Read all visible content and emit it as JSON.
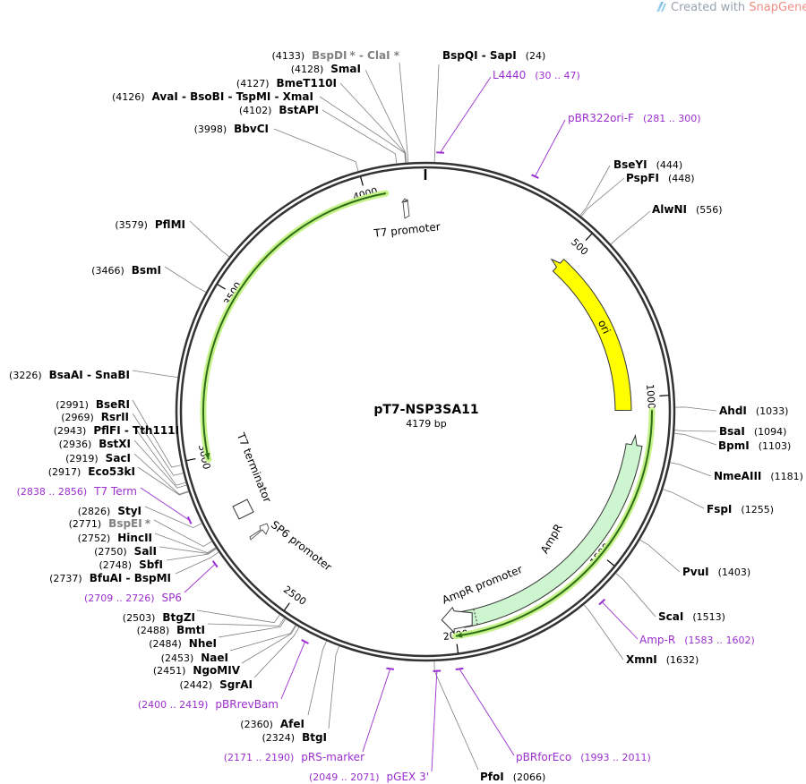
{
  "watermark": {
    "prefix": "Created with ",
    "brand": "SnapGene",
    "reg": "®"
  },
  "plasmid": {
    "name": "pT7-NSP3SA11",
    "size": 4179,
    "size_label": "4179 bp"
  },
  "colors": {
    "primer": "#9b2fcf",
    "ori_fill": "#ffff00",
    "ampr_fill": "#cdf5d0",
    "orf_line": "#2b6e17",
    "orf_glow": "#c7f28a",
    "backbone": "#333333",
    "starred_site": "#808080"
  },
  "ticks": [
    {
      "bp": 500,
      "label": "500"
    },
    {
      "bp": 1000,
      "label": "1000"
    },
    {
      "bp": 1500,
      "label": "1500"
    },
    {
      "bp": 2000,
      "label": "2000"
    },
    {
      "bp": 2500,
      "label": "2500"
    },
    {
      "bp": 3000,
      "label": "3000"
    },
    {
      "bp": 3500,
      "label": "3500"
    },
    {
      "bp": 4000,
      "label": "4000"
    }
  ],
  "features": [
    {
      "name": "ori",
      "label": "ori",
      "start": 460,
      "end": 1040,
      "type": "arrow",
      "direction": "ccw",
      "fill": "#ffff00"
    },
    {
      "name": "ampr",
      "label": "AmpR",
      "start": 1120,
      "end": 1970,
      "type": "arrow",
      "direction": "ccw",
      "fill": "#cdf5d0"
    },
    {
      "name": "ampr-promoter",
      "label": "AmpR promoter",
      "start": 1970,
      "end": 2075,
      "type": "arrow",
      "direction": "ccw",
      "fill": "#ffffff"
    },
    {
      "name": "t7-promoter",
      "label": "T7 promoter",
      "start": 4170,
      "end": 4179,
      "type": "small-arrow",
      "direction": "cw",
      "fill": "#ffffff"
    },
    {
      "name": "t7-terminator",
      "label": "T7 terminator",
      "start": 2870,
      "end": 2915,
      "type": "box",
      "fill": "#ffffff"
    },
    {
      "name": "sp6-promoter",
      "label": "SP6 promoter",
      "start": 2712,
      "end": 2730,
      "type": "small-arrow",
      "direction": "ccw",
      "fill": "#ffffff"
    }
  ],
  "orfs": [
    {
      "name": "orf-upper",
      "start": 2990,
      "end": 4060
    },
    {
      "name": "orf-lower",
      "start": 1040,
      "end": 2000
    }
  ],
  "sites": [
    {
      "name": "BspQI",
      "extra": " - SapI",
      "pos": "(24)",
      "bp": 24,
      "side": "right",
      "star": false
    },
    {
      "name": "BseYI",
      "pos": "(444)",
      "bp": 444,
      "side": "right",
      "star": false
    },
    {
      "name": "PspFI",
      "pos": "(448)",
      "bp": 448,
      "side": "right",
      "star": false
    },
    {
      "name": "AlwNI",
      "pos": "(556)",
      "bp": 556,
      "side": "right",
      "star": false
    },
    {
      "name": "AhdI",
      "pos": "(1033)",
      "bp": 1033,
      "side": "right",
      "star": false
    },
    {
      "name": "BsaI",
      "pos": "(1094)",
      "bp": 1094,
      "side": "right",
      "star": false
    },
    {
      "name": "BpmI",
      "pos": "(1103)",
      "bp": 1103,
      "side": "right",
      "star": false
    },
    {
      "name": "NmeAIII",
      "pos": "(1181)",
      "bp": 1181,
      "side": "right",
      "star": false
    },
    {
      "name": "FspI",
      "pos": "(1255)",
      "bp": 1255,
      "side": "right",
      "star": false
    },
    {
      "name": "PvuI",
      "pos": "(1403)",
      "bp": 1403,
      "side": "right",
      "star": false
    },
    {
      "name": "ScaI",
      "pos": "(1513)",
      "bp": 1513,
      "side": "right",
      "star": false
    },
    {
      "name": "XmnI",
      "pos": "(1632)",
      "bp": 1632,
      "side": "right",
      "star": false
    },
    {
      "name": "PfoI",
      "pos": "(2066)",
      "bp": 2066,
      "side": "right",
      "star": false
    },
    {
      "name": "BtgI",
      "pos": "(2324)",
      "bp": 2324,
      "side": "left",
      "star": false
    },
    {
      "name": "AfeI",
      "pos": "(2360)",
      "bp": 2360,
      "side": "left",
      "star": false
    },
    {
      "name": "SgrAI",
      "pos": "(2442)",
      "bp": 2442,
      "side": "left",
      "star": false
    },
    {
      "name": "NgoMIV",
      "pos": "(2451)",
      "bp": 2451,
      "side": "left",
      "star": false
    },
    {
      "name": "NaeI",
      "pos": "(2453)",
      "bp": 2453,
      "side": "left",
      "star": false
    },
    {
      "name": "NheI",
      "pos": "(2484)",
      "bp": 2484,
      "side": "left",
      "star": false
    },
    {
      "name": "BmtI",
      "pos": "(2488)",
      "bp": 2488,
      "side": "left",
      "star": false
    },
    {
      "name": "BtgZI",
      "pos": "(2503)",
      "bp": 2503,
      "side": "left",
      "star": false
    },
    {
      "name": "BfuAI",
      "extra": " - BspMI",
      "pos": "(2737)",
      "bp": 2737,
      "side": "left",
      "star": false
    },
    {
      "name": "SbfI",
      "pos": "(2748)",
      "bp": 2748,
      "side": "left",
      "star": false
    },
    {
      "name": "SalI",
      "pos": "(2750)",
      "bp": 2750,
      "side": "left",
      "star": false
    },
    {
      "name": "HincII",
      "pos": "(2752)",
      "bp": 2752,
      "side": "left",
      "star": false
    },
    {
      "name": "BspEI",
      "starmark": "*",
      "pos": "(2771)",
      "bp": 2771,
      "side": "left",
      "star": true
    },
    {
      "name": "StyI",
      "pos": "(2826)",
      "bp": 2826,
      "side": "left",
      "star": false
    },
    {
      "name": "Eco53kI",
      "pos": "(2917)",
      "bp": 2917,
      "side": "left",
      "star": false
    },
    {
      "name": "SacI",
      "pos": "(2919)",
      "bp": 2919,
      "side": "left",
      "star": false
    },
    {
      "name": "BstXI",
      "pos": "(2936)",
      "bp": 2936,
      "side": "left",
      "star": false
    },
    {
      "name": "PflFI",
      "extra": " - Tth111I",
      "pos": "(2943)",
      "bp": 2943,
      "side": "left",
      "star": false
    },
    {
      "name": "RsrII",
      "pos": "(2969)",
      "bp": 2969,
      "side": "left",
      "star": false
    },
    {
      "name": "BseRI",
      "pos": "(2991)",
      "bp": 2991,
      "side": "left",
      "star": false
    },
    {
      "name": "BsaAI",
      "extra": " - SnaBI",
      "pos": "(3226)",
      "bp": 3226,
      "side": "left",
      "star": false
    },
    {
      "name": "BsmI",
      "pos": "(3466)",
      "bp": 3466,
      "side": "left",
      "star": false
    },
    {
      "name": "PflMI",
      "pos": "(3579)",
      "bp": 3579,
      "side": "left",
      "star": false
    },
    {
      "name": "BbvCI",
      "pos": "(3998)",
      "bp": 3998,
      "side": "left",
      "star": false
    },
    {
      "name": "BstAPI",
      "pos": "(4102)",
      "bp": 4102,
      "side": "left",
      "star": false
    },
    {
      "name": "AvaI",
      "extra": " - BsoBI - TspMI - XmaI",
      "pos": "(4126)",
      "bp": 4126,
      "side": "left",
      "star": false
    },
    {
      "name": "BmeT110I",
      "pos": "(4127)",
      "bp": 4127,
      "side": "left",
      "star": false
    },
    {
      "name": "SmaI",
      "pos": "(4128)",
      "bp": 4128,
      "side": "left",
      "star": false
    },
    {
      "name": "BspDI",
      "starmark": "*",
      "extra": " - ClaI *",
      "pos": "(4133)",
      "bp": 4133,
      "side": "left",
      "star": true
    }
  ],
  "primers": [
    {
      "name": "L4440",
      "range": "(30 .. 47)",
      "bp": 38,
      "side": "right"
    },
    {
      "name": "pBR322ori-F",
      "range": "(281 .. 300)",
      "bp": 290,
      "side": "right"
    },
    {
      "name": "Amp-R",
      "range": "(1583 .. 1602)",
      "bp": 1592,
      "side": "right"
    },
    {
      "name": "pBRforEco",
      "range": "(1993 .. 2011)",
      "bp": 2002,
      "side": "right"
    },
    {
      "name": "pGEX 3'",
      "range": "(2049 .. 2071)",
      "bp": 2060,
      "side": "left"
    },
    {
      "name": "pRS-marker",
      "range": "(2171 .. 2190)",
      "bp": 2180,
      "side": "left"
    },
    {
      "name": "pBRrevBam",
      "range": "(2400 .. 2419)",
      "bp": 2410,
      "side": "left"
    },
    {
      "name": "SP6",
      "range": "(2709 .. 2726)",
      "bp": 2717,
      "side": "left"
    },
    {
      "name": "T7 Term",
      "range": "(2838 .. 2856)",
      "bp": 2847,
      "side": "left"
    }
  ]
}
